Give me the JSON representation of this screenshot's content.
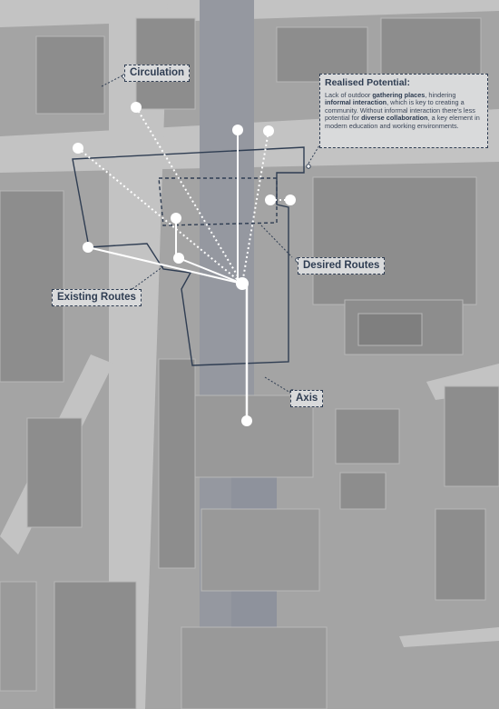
{
  "labels": {
    "circulation": "Circulation",
    "desired_routes": "Desired Routes",
    "existing_routes": "Existing Routes",
    "axis": "Axis"
  },
  "callout": {
    "title": "Realised Potential:",
    "body_parts": [
      {
        "text": "Lack of outdoor ",
        "bold": false
      },
      {
        "text": "gathering places",
        "bold": true
      },
      {
        "text": ", hindering ",
        "bold": false
      },
      {
        "text": "informal interaction",
        "bold": true
      },
      {
        "text": ", which is key to creating a community. Without informal interaction there's less potential for ",
        "bold": false
      },
      {
        "text": "diverse collaboration",
        "bold": true
      },
      {
        "text": ", a key element in modern education and working environments.",
        "bold": false
      }
    ]
  },
  "colors": {
    "background": "#a3a3a3",
    "building": "#8c8c8c",
    "street": "#c4c4c4",
    "axis_band": "#9497a0",
    "outline": "#2f3d52",
    "route": "#ffffff",
    "label_fill": "#d9dadb"
  }
}
